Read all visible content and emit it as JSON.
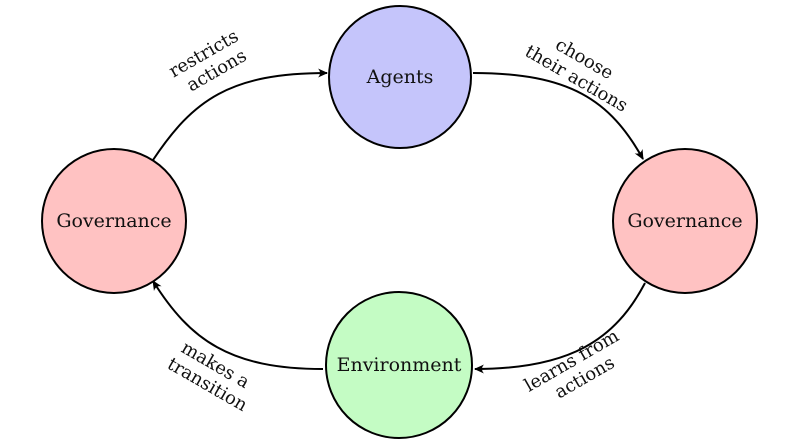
{
  "nodes": {
    "agents": {
      "label": "Agents",
      "fill": "#c5c5fb"
    },
    "governance_left": {
      "label": "Governance",
      "fill": "#ffc2c2"
    },
    "governance_right": {
      "label": "Governance",
      "fill": "#ffc2c2"
    },
    "environment": {
      "label": "Environment",
      "fill": "#c4fcc4"
    }
  },
  "edges": {
    "restricts_actions": {
      "line1": "restricts",
      "line2": "actions"
    },
    "choose_actions": {
      "line1": "choose",
      "line2": "their actions"
    },
    "learns_from_actions": {
      "line1": "learns from",
      "line2": "actions"
    },
    "makes_transition": {
      "line1": "makes a",
      "line2": "transition"
    }
  }
}
